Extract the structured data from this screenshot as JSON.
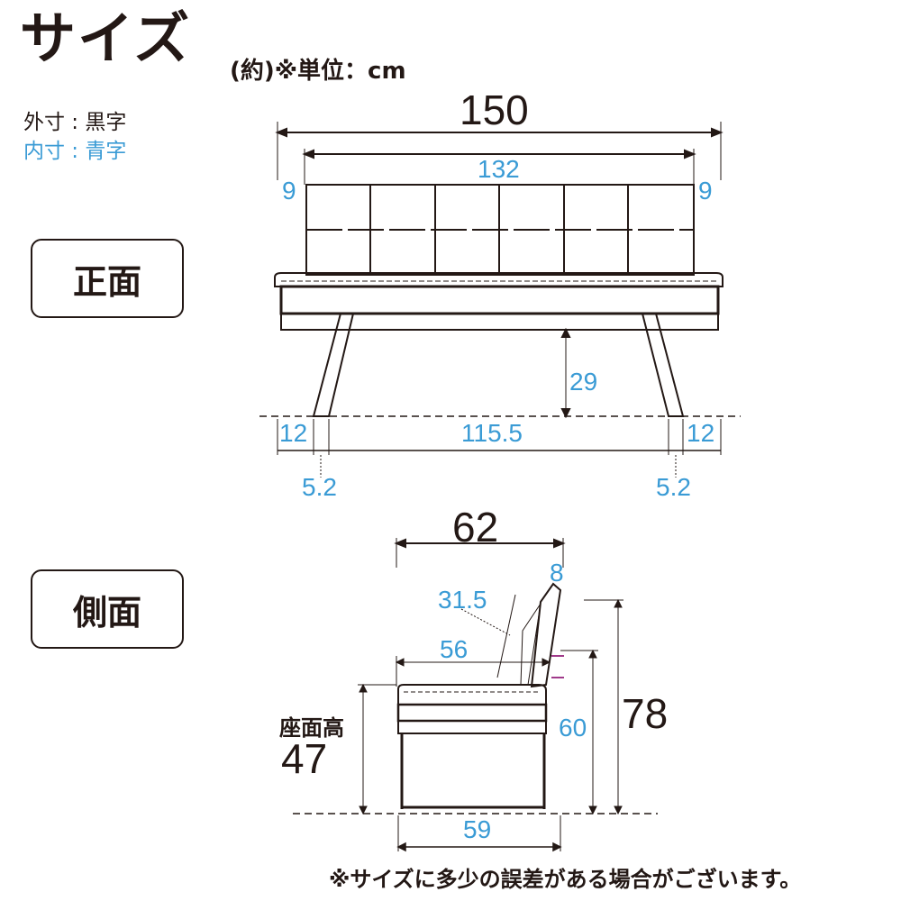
{
  "header": {
    "title": "サイズ",
    "unit": "(約)※単位：cm"
  },
  "legend": {
    "outer": "外寸 : 黒字",
    "inner": "内寸 : 青字"
  },
  "views": {
    "front": "正面",
    "side": "側面"
  },
  "front_dims": {
    "total_width": "150",
    "inner_width": "132",
    "left_margin": "9",
    "right_margin": "9",
    "seat_to_floor": "29",
    "left_foot_offset": "12",
    "right_foot_offset": "12",
    "foot_span": "115.5",
    "left_foot": "5.2",
    "right_foot": "5.2"
  },
  "side_dims": {
    "depth": "62",
    "back_thickness": "8",
    "back_length": "31.5",
    "seat_depth": "56",
    "seat_height_label": "座面高",
    "seat_height": "47",
    "arm_height": "60",
    "total_height": "78",
    "base_depth": "59"
  },
  "footer": {
    "note": "※サイズに多少の誤差がある場合がございます。"
  },
  "colors": {
    "outer_text": "#231815",
    "inner_text": "#3a9bd5",
    "accent_marker": "#a03a8a"
  }
}
